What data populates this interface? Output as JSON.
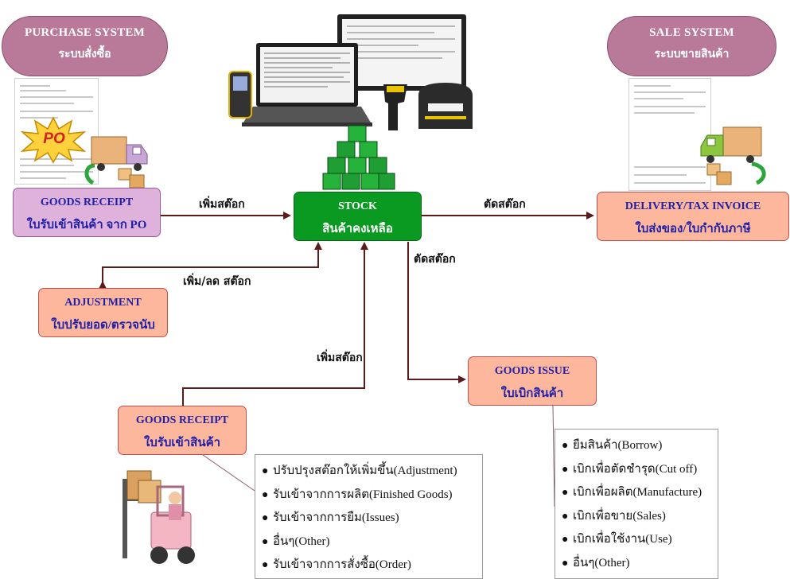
{
  "purchase_system": {
    "title": "PURCHASE SYSTEM",
    "subtitle": "ระบบสั่งซื้อ"
  },
  "sale_system": {
    "title": "SALE SYSTEM",
    "subtitle": "ระบบขายสินค้า"
  },
  "po_badge": "PO",
  "goods_receipt_po": {
    "title": "GOODS RECEIPT",
    "subtitle": "ใบรับเข้าสินค้า จาก PO"
  },
  "stock": {
    "title": "STOCK",
    "subtitle": "สินค้าคงเหลือ"
  },
  "delivery": {
    "title": "DELIVERY/TAX INVOICE",
    "subtitle": "ใบส่งของ/ใบกำกับภาษี"
  },
  "adjustment": {
    "title": "ADJUSTMENT",
    "subtitle": "ใบปรับยอด/ตรวจนับ"
  },
  "goods_issue": {
    "title": "GOODS ISSUE",
    "subtitle": "ใบเบิกสินค้า"
  },
  "goods_receipt": {
    "title": "GOODS RECEIPT",
    "subtitle": "ใบรับเข้าสินค้า"
  },
  "arrows": {
    "receipt_to_stock": "เพิ่มสต๊อก",
    "stock_to_delivery": "ตัดสต๊อก",
    "stock_to_issue": "ตัดสต๊อก",
    "adjust": "เพิ่ม/ลด สต๊อก",
    "receipt2_to_stock": "เพิ่มสต๊อก"
  },
  "receipt_types": [
    "ปรับปรุงสต๊อกให้เพิ่มขึ้น(Adjustment)",
    "รับเข้าจากการผลิต(Finished Goods)",
    "รับเข้าจากการยืม(Issues)",
    "อื่นๆ(Other)",
    "รับเข้าจากการสั่งซื้อ(Order)"
  ],
  "issue_types": [
    "ยืมสินค้า(Borrow)",
    "เบิกเพื่อตัดชำรุด(Cut off)",
    "เบิกเพื่อผลิต(Manufacture)",
    "เบิกเพื่อขาย(Sales)",
    "เบิกเพื่อใช้งาน(Use)",
    "อื่นๆ(Other)"
  ],
  "bullet": "●",
  "colors": {
    "pill": "#b97a9a",
    "box_fill": "#fcb79c",
    "box_border": "#c0504d",
    "stock_fill": "#0b9a21",
    "lilac_fill": "#dfb2dc",
    "title_text": "#1f1fa8",
    "arrow": "#5c1a1a"
  },
  "icons": [
    "truck-icon",
    "forklift-icon",
    "laptop-icon",
    "barcode-scanner-icon",
    "label-printer-icon",
    "stacked-boxes-icon",
    "starburst-icon"
  ]
}
